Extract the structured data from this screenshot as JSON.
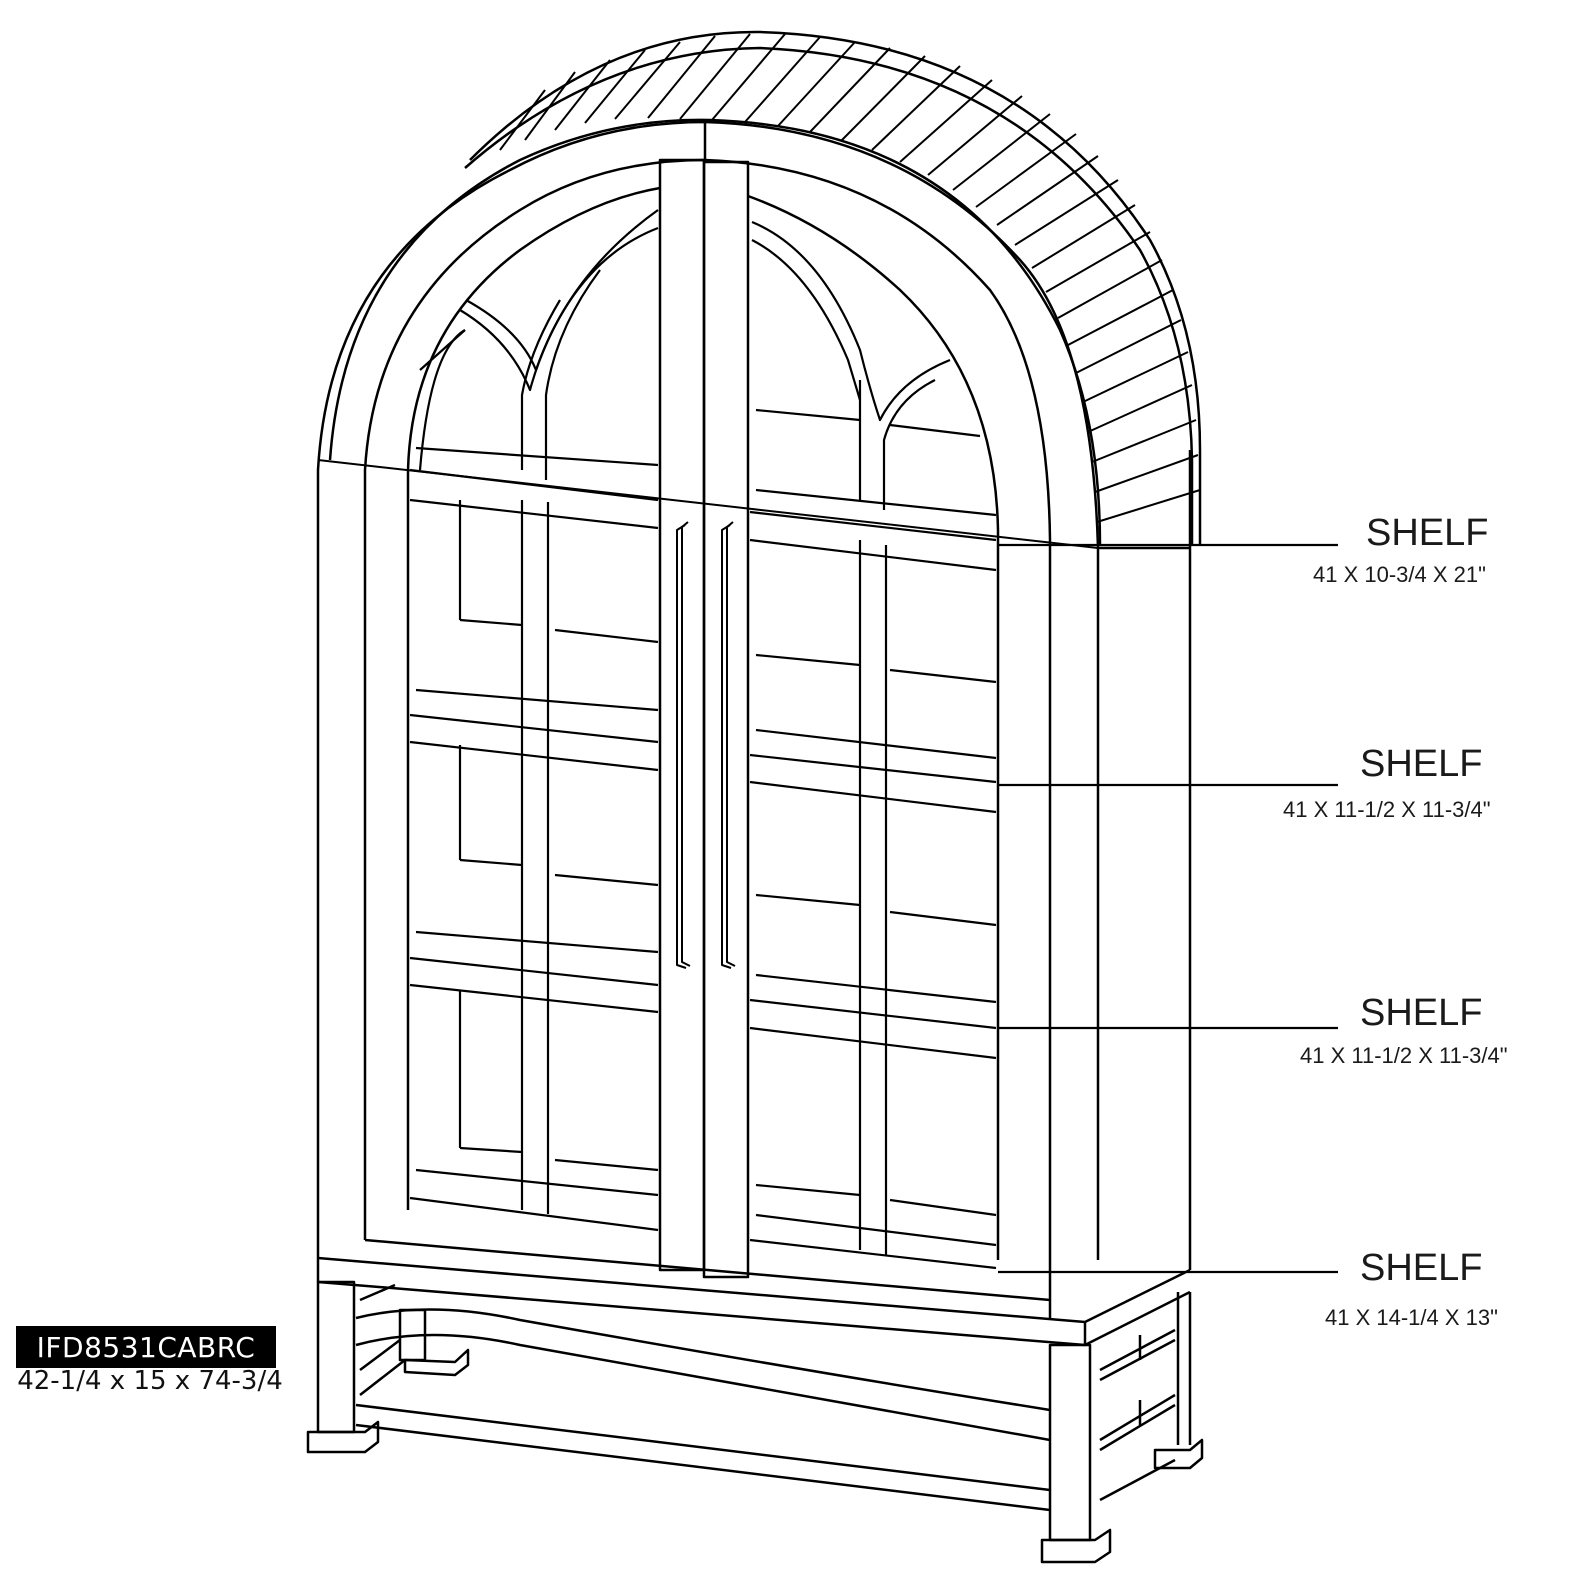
{
  "product": {
    "code": "IFD8531CABRC",
    "dimensions": "42-1/4 x 15 x 74-3/4"
  },
  "callouts": [
    {
      "title": "SHELF",
      "dimensions": "41 X 10-3/4 X 21\""
    },
    {
      "title": "SHELF",
      "dimensions": "41 X 11-1/2 X 11-3/4\""
    },
    {
      "title": "SHELF",
      "dimensions": "41 X 11-1/2 X 11-3/4\""
    },
    {
      "title": "SHELF",
      "dimensions": "41 X 14-1/4 X 13\""
    }
  ],
  "colors": {
    "line": "#000000",
    "background": "#ffffff",
    "label_bg": "#000000",
    "label_fg": "#ffffff"
  }
}
